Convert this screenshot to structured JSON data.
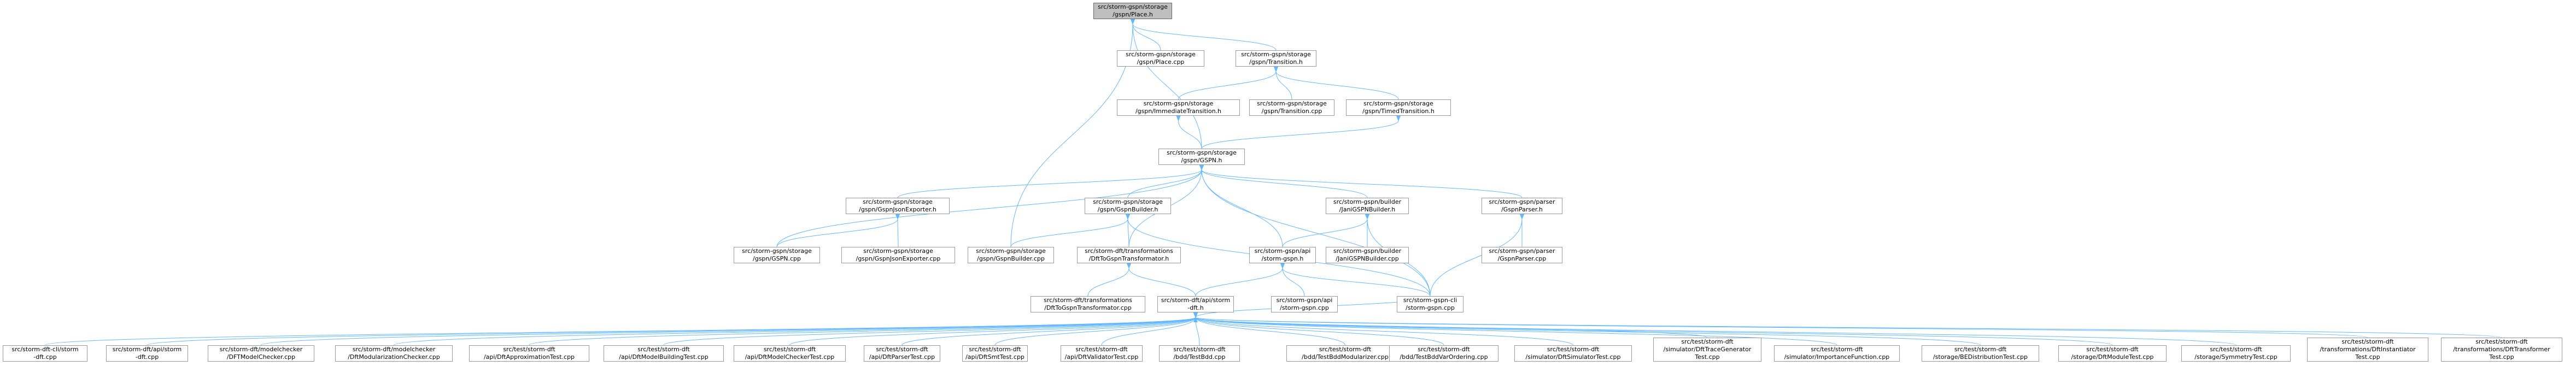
{
  "colors": {
    "edge": "#63b8ff",
    "border": "#999999",
    "focus_fill": "#bfbfbf",
    "text": "#000000"
  },
  "nodes": [
    {
      "id": "place_h",
      "lines": [
        "src/storm-gspn/storage",
        "/gspn/Place.h"
      ],
      "focus": true
    },
    {
      "id": "place_cpp",
      "lines": [
        "src/storm-gspn/storage",
        "/gspn/Place.cpp"
      ]
    },
    {
      "id": "transition_h",
      "lines": [
        "src/storm-gspn/storage",
        "/gspn/Transition.h"
      ]
    },
    {
      "id": "imm_trans_h",
      "lines": [
        "src/storm-gspn/storage",
        "/gspn/ImmediateTransition.h"
      ]
    },
    {
      "id": "trans_cpp",
      "lines": [
        "src/storm-gspn/storage",
        "/gspn/Transition.cpp"
      ]
    },
    {
      "id": "timed_trans_h",
      "lines": [
        "src/storm-gspn/storage",
        "/gspn/TimedTransition.h"
      ]
    },
    {
      "id": "gspn_h",
      "lines": [
        "src/storm-gspn/storage",
        "/gspn/GSPN.h"
      ]
    },
    {
      "id": "json_exporter_h",
      "lines": [
        "src/storm-gspn/storage",
        "/gspn/GspnJsonExporter.h"
      ]
    },
    {
      "id": "gspn_builder_h",
      "lines": [
        "src/storm-gspn/storage",
        "/gspn/GspnBuilder.h"
      ]
    },
    {
      "id": "jani_builder_h",
      "lines": [
        "src/storm-gspn/builder",
        "/JaniGSPNBuilder.h"
      ]
    },
    {
      "id": "parser_h",
      "lines": [
        "src/storm-gspn/parser",
        "/GspnParser.h"
      ]
    },
    {
      "id": "gspn_cpp",
      "lines": [
        "src/storm-gspn/storage",
        "/gspn/GSPN.cpp"
      ]
    },
    {
      "id": "json_exporter_cpp",
      "lines": [
        "src/storm-gspn/storage",
        "/gspn/GspnJsonExporter.cpp"
      ]
    },
    {
      "id": "gspn_builder_cpp",
      "lines": [
        "src/storm-gspn/storage",
        "/gspn/GspnBuilder.cpp"
      ]
    },
    {
      "id": "dft_to_gspn_h",
      "lines": [
        "src/storm-dft/transformations",
        "/DftToGspnTransformator.h"
      ]
    },
    {
      "id": "api_gspn_h",
      "lines": [
        "src/storm-gspn/api",
        "/storm-gspn.h"
      ]
    },
    {
      "id": "jani_builder_cpp",
      "lines": [
        "src/storm-gspn/builder",
        "/JaniGSPNBuilder.cpp"
      ]
    },
    {
      "id": "parser_cpp",
      "lines": [
        "src/storm-gspn/parser",
        "/GspnParser.cpp"
      ]
    },
    {
      "id": "dft_to_gspn_cpp",
      "lines": [
        "src/storm-dft/transformations",
        "/DftToGspnTransformator.cpp"
      ]
    },
    {
      "id": "dft_api_h",
      "lines": [
        "src/storm-dft/api/storm",
        "-dft.h"
      ]
    },
    {
      "id": "api_gspn_cpp",
      "lines": [
        "src/storm-gspn/api",
        "/storm-gspn.cpp"
      ]
    },
    {
      "id": "gspn_cli_cpp",
      "lines": [
        "src/storm-gspn-cli",
        "/storm-gspn.cpp"
      ]
    },
    {
      "id": "b01",
      "lines": [
        "src/storm-dft-cli/storm",
        "-dft.cpp"
      ]
    },
    {
      "id": "b02",
      "lines": [
        "src/storm-dft/api/storm",
        "-dft.cpp"
      ]
    },
    {
      "id": "b03",
      "lines": [
        "src/storm-dft/modelchecker",
        "/DFTModelChecker.cpp"
      ]
    },
    {
      "id": "b04",
      "lines": [
        "src/storm-dft/modelchecker",
        "/DftModularizationChecker.cpp"
      ]
    },
    {
      "id": "b05",
      "lines": [
        "src/test/storm-dft",
        "/api/DftApproximationTest.cpp"
      ]
    },
    {
      "id": "b06",
      "lines": [
        "src/test/storm-dft",
        "/api/DftModelBuildingTest.cpp"
      ]
    },
    {
      "id": "b07",
      "lines": [
        "src/test/storm-dft",
        "/api/DftModelCheckerTest.cpp"
      ]
    },
    {
      "id": "b08",
      "lines": [
        "src/test/storm-dft",
        "/api/DftParserTest.cpp"
      ]
    },
    {
      "id": "b09",
      "lines": [
        "src/test/storm-dft",
        "/api/DftSmtTest.cpp"
      ]
    },
    {
      "id": "b10",
      "lines": [
        "src/test/storm-dft",
        "/api/DftValidatorTest.cpp"
      ]
    },
    {
      "id": "b11",
      "lines": [
        "src/test/storm-dft",
        "/bdd/TestBdd.cpp"
      ]
    },
    {
      "id": "b12",
      "lines": [
        "src/test/storm-dft",
        "/bdd/TestBddModularizer.cpp"
      ]
    },
    {
      "id": "b13",
      "lines": [
        "src/test/storm-dft",
        "/bdd/TestBddVarOrdering.cpp"
      ]
    },
    {
      "id": "b14",
      "lines": [
        "src/test/storm-dft",
        "/simulator/DftSimulatorTest.cpp"
      ]
    },
    {
      "id": "b15",
      "lines": [
        "src/test/storm-dft",
        "/simulator/DftTraceGenerator",
        "Test.cpp"
      ]
    },
    {
      "id": "b16",
      "lines": [
        "src/test/storm-dft",
        "/simulator/ImportanceFunction.cpp"
      ]
    },
    {
      "id": "b17",
      "lines": [
        "src/test/storm-dft",
        "/storage/BEDistributionTest.cpp"
      ]
    },
    {
      "id": "b18",
      "lines": [
        "src/test/storm-dft",
        "/storage/DftModuleTest.cpp"
      ]
    },
    {
      "id": "b19",
      "lines": [
        "src/test/storm-dft",
        "/storage/SymmetryTest.cpp"
      ]
    },
    {
      "id": "b20",
      "lines": [
        "src/test/storm-dft",
        "/transformations/DftInstantiator",
        "Test.cpp"
      ]
    },
    {
      "id": "b21",
      "lines": [
        "src/test/storm-dft",
        "/transformations/DftTransformer",
        "Test.cpp"
      ]
    }
  ],
  "edges": [
    [
      "place_h",
      "place_cpp"
    ],
    [
      "place_h",
      "transition_h"
    ],
    [
      "place_h",
      "gspn_h"
    ],
    [
      "place_h",
      "gspn_builder_cpp"
    ],
    [
      "transition_h",
      "imm_trans_h"
    ],
    [
      "transition_h",
      "trans_cpp"
    ],
    [
      "transition_h",
      "timed_trans_h"
    ],
    [
      "imm_trans_h",
      "gspn_h"
    ],
    [
      "timed_trans_h",
      "gspn_h"
    ],
    [
      "gspn_h",
      "json_exporter_h"
    ],
    [
      "gspn_h",
      "gspn_builder_h"
    ],
    [
      "gspn_h",
      "jani_builder_h"
    ],
    [
      "gspn_h",
      "parser_h"
    ],
    [
      "gspn_h",
      "gspn_cpp"
    ],
    [
      "gspn_h",
      "dft_to_gspn_h"
    ],
    [
      "gspn_h",
      "api_gspn_h"
    ],
    [
      "gspn_h",
      "gspn_cli_cpp"
    ],
    [
      "json_exporter_h",
      "gspn_cpp"
    ],
    [
      "json_exporter_h",
      "json_exporter_cpp"
    ],
    [
      "gspn_builder_h",
      "gspn_builder_cpp"
    ],
    [
      "gspn_builder_h",
      "dft_to_gspn_h"
    ],
    [
      "gspn_builder_h",
      "gspn_cli_cpp"
    ],
    [
      "jani_builder_h",
      "api_gspn_h"
    ],
    [
      "jani_builder_h",
      "jani_builder_cpp"
    ],
    [
      "jani_builder_h",
      "gspn_cli_cpp"
    ],
    [
      "parser_h",
      "parser_cpp"
    ],
    [
      "parser_h",
      "gspn_cli_cpp"
    ],
    [
      "dft_to_gspn_h",
      "dft_to_gspn_cpp"
    ],
    [
      "dft_to_gspn_h",
      "dft_api_h"
    ],
    [
      "api_gspn_h",
      "api_gspn_cpp"
    ],
    [
      "api_gspn_h",
      "gspn_cli_cpp"
    ],
    [
      "api_gspn_h",
      "dft_api_h"
    ],
    [
      "dft_api_h",
      "b01"
    ],
    [
      "dft_api_h",
      "b02"
    ],
    [
      "dft_api_h",
      "b03"
    ],
    [
      "dft_api_h",
      "b04"
    ],
    [
      "dft_api_h",
      "b05"
    ],
    [
      "dft_api_h",
      "b06"
    ],
    [
      "dft_api_h",
      "b07"
    ],
    [
      "dft_api_h",
      "b08"
    ],
    [
      "dft_api_h",
      "b09"
    ],
    [
      "dft_api_h",
      "b10"
    ],
    [
      "dft_api_h",
      "b11"
    ],
    [
      "dft_api_h",
      "b12"
    ],
    [
      "dft_api_h",
      "b13"
    ],
    [
      "dft_api_h",
      "b14"
    ],
    [
      "dft_api_h",
      "b15"
    ],
    [
      "dft_api_h",
      "b16"
    ],
    [
      "dft_api_h",
      "b17"
    ],
    [
      "dft_api_h",
      "b18"
    ],
    [
      "dft_api_h",
      "b19"
    ],
    [
      "dft_api_h",
      "b20"
    ],
    [
      "dft_api_h",
      "b21"
    ],
    [
      "dft_api_h",
      "gspn_cli_cpp"
    ]
  ]
}
